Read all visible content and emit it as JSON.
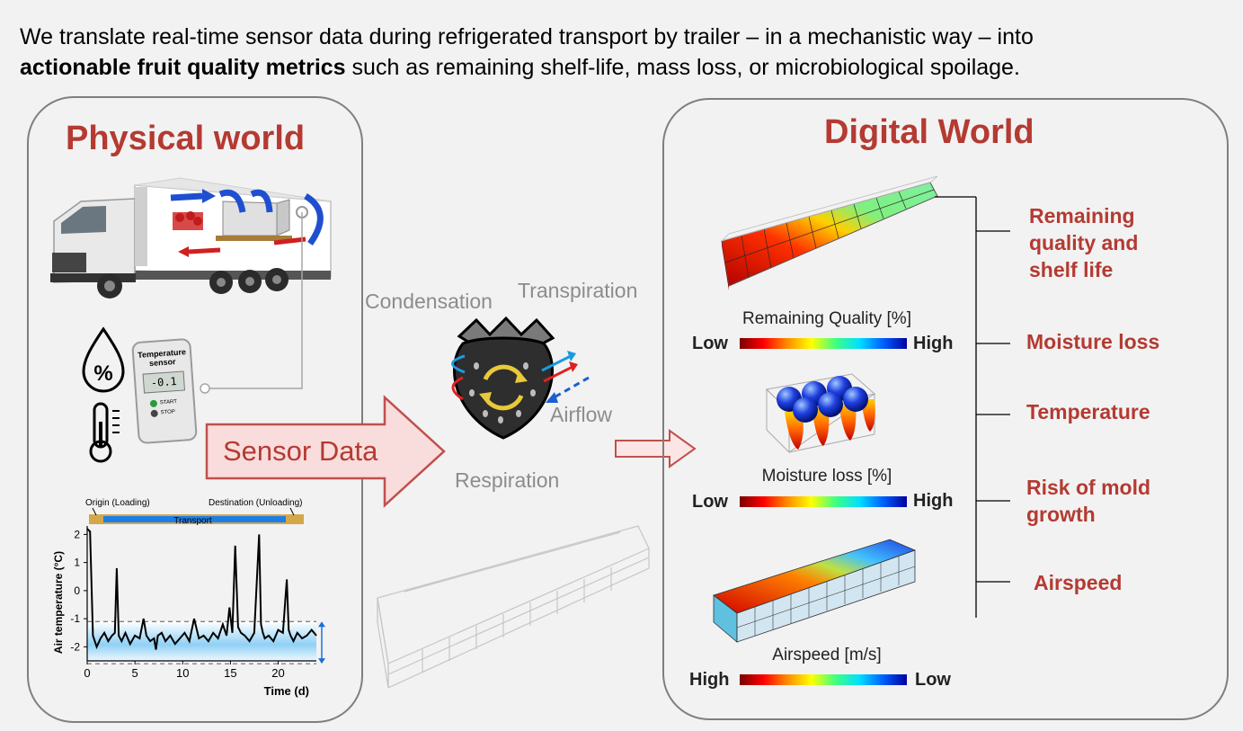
{
  "headline": {
    "line1": "We translate real-time sensor data during refrigerated transport by trailer – in a mechanistic way – into",
    "bold": "actionable fruit quality metrics",
    "rest": " such as remaining shelf-life, mass loss, or microbiological spoilage."
  },
  "physical": {
    "title": "Physical world",
    "sensor_device": {
      "line1": "Temperature",
      "line2": "sensor",
      "reading": "-0.1",
      "start": "START",
      "stop": "STOP"
    }
  },
  "center": {
    "sensor_data": "Sensor Data",
    "condensation": "Condensation",
    "transpiration": "Transpiration",
    "airflow": "Airflow",
    "respiration": "Respiration"
  },
  "digital": {
    "title": "Digital World",
    "legends": [
      {
        "title": "Remaining Quality [%]",
        "left": "Low",
        "right": "High"
      },
      {
        "title": "Moisture loss [%]",
        "left": "Low",
        "right": "High"
      },
      {
        "title": "Airspeed [m/s]",
        "left": "High",
        "right": "Low"
      }
    ],
    "metrics": [
      "Remaining quality and shelf life",
      "Moisture loss",
      "Temperature",
      "Risk of mold growth",
      "Airspeed"
    ]
  },
  "chart_data": {
    "type": "line",
    "xlabel": "Time (d)",
    "ylabel": "Air temperature (°C)",
    "xlim": [
      0,
      24
    ],
    "ylim": [
      -2.5,
      2.3
    ],
    "xticks": [
      0,
      5,
      10,
      15,
      20
    ],
    "yticks": [
      -2,
      -1,
      0,
      1,
      2
    ],
    "band": [
      -2.6,
      -1.1
    ],
    "phase_labels": {
      "origin": "Origin (Loading)",
      "destination": "Destination (Unloading)",
      "transport": "Transport"
    },
    "series": [
      {
        "x": [
          0,
          0.3,
          0.6,
          1.0,
          1.4,
          1.8,
          2.2,
          2.6,
          2.9,
          3.1,
          3.3,
          3.6,
          4.0,
          4.5,
          5.0,
          5.5,
          5.9,
          6.2,
          6.6,
          7.0,
          7.2,
          7.4,
          7.8,
          8.2,
          8.7,
          9.2,
          9.7,
          10.2,
          10.7,
          11.2,
          11.7,
          12.2,
          12.7,
          13.2,
          13.7,
          14.2,
          14.6,
          14.9,
          15.2,
          15.5,
          15.8,
          16.1,
          16.5,
          17.0,
          17.5,
          18.0,
          18.2,
          18.4,
          18.6,
          19.0,
          19.5,
          20.0,
          20.5,
          20.9,
          21.1,
          21.3,
          21.6,
          22.0,
          22.5,
          23.0,
          23.5,
          24.0
        ],
        "y": [
          2.2,
          2.1,
          -1.6,
          -2.0,
          -1.7,
          -1.5,
          -1.8,
          -1.6,
          -1.5,
          0.8,
          -1.6,
          -1.8,
          -1.5,
          -1.9,
          -1.6,
          -1.7,
          -1.0,
          -1.6,
          -1.8,
          -1.7,
          -2.1,
          -1.6,
          -1.5,
          -1.8,
          -1.6,
          -1.9,
          -1.7,
          -1.5,
          -1.8,
          -1.0,
          -1.7,
          -1.6,
          -1.8,
          -1.5,
          -1.7,
          -1.2,
          -1.6,
          -0.6,
          -1.5,
          1.6,
          -1.3,
          -1.5,
          -1.6,
          -1.8,
          -1.5,
          2.0,
          -1.2,
          -1.5,
          -1.7,
          -1.6,
          -1.8,
          -1.4,
          -1.5,
          0.4,
          -1.4,
          -1.6,
          -1.8,
          -1.5,
          -1.7,
          -1.6,
          -1.4,
          -1.6
        ]
      }
    ]
  }
}
